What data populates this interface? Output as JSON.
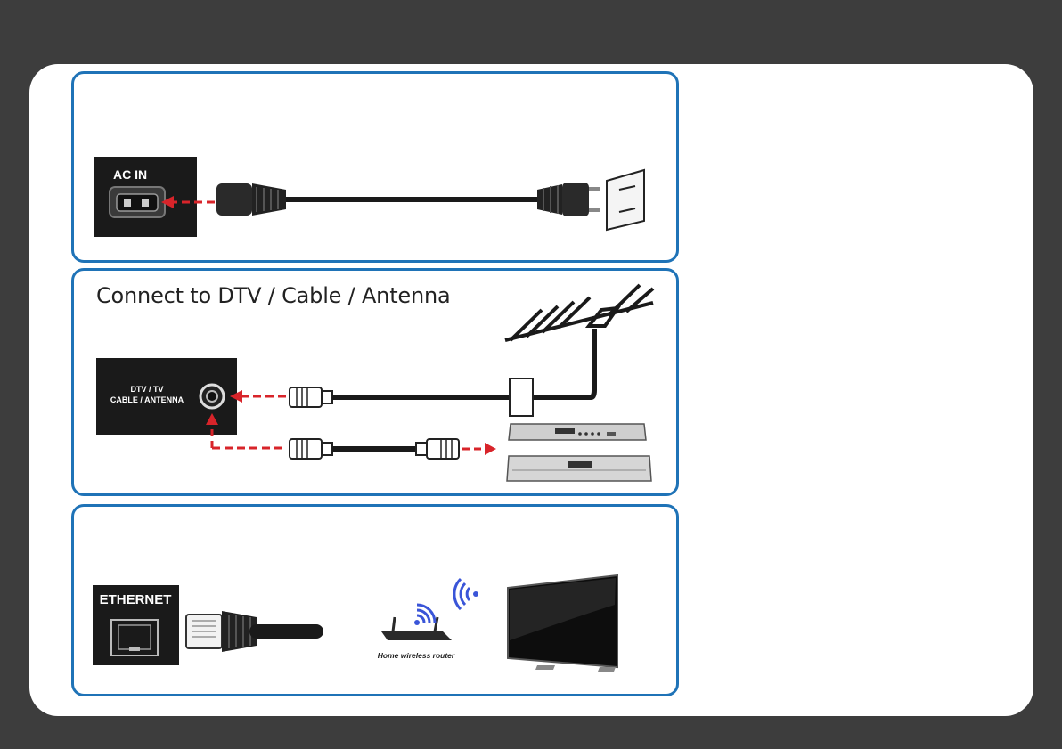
{
  "power": {
    "port_label": "AC IN"
  },
  "antenna": {
    "heading": "Connect to DTV / Cable / Antenna",
    "port_label_line1": "DTV / TV",
    "port_label_line2": "CABLE / ANTENNA"
  },
  "network": {
    "port_label": "ETHERNET",
    "router_label": "Home wireless router"
  },
  "colors": {
    "page_background": "#3d3d3d",
    "panel_border": "#1f73b7",
    "arrow_red": "#d8242a",
    "wifi_blue": "#3a55d8",
    "port_box": "#1a1a1a"
  },
  "icons": [
    "power-outlet-icon",
    "power-plug-icon",
    "antenna-icon",
    "coax-connector-icon",
    "set-top-box-icon",
    "ethernet-port-icon",
    "rj45-plug-icon",
    "router-icon",
    "wifi-signal-icon",
    "tv-icon"
  ]
}
